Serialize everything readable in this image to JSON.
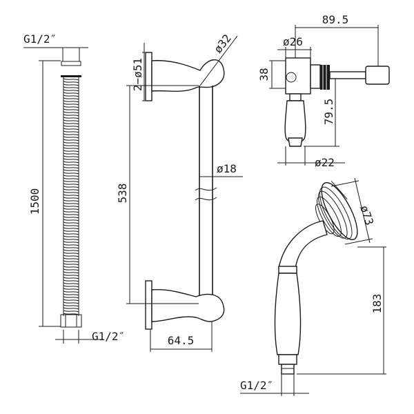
{
  "hose": {
    "top_thread": "G1/2″",
    "length": "1500",
    "bottom_thread": "G1/2″"
  },
  "rail": {
    "bracket_dia": "2−ø51",
    "bend_dia": "ø32",
    "bar_dia": "ø18",
    "length": "538",
    "projection": "64.5"
  },
  "valve": {
    "reach": "89.5",
    "body_dia": "ø26",
    "body_height": "38",
    "drop": "79.5",
    "handle_dia": "ø22"
  },
  "handset": {
    "head_dia": "ø73",
    "length": "183",
    "thread": "G1/2″"
  }
}
